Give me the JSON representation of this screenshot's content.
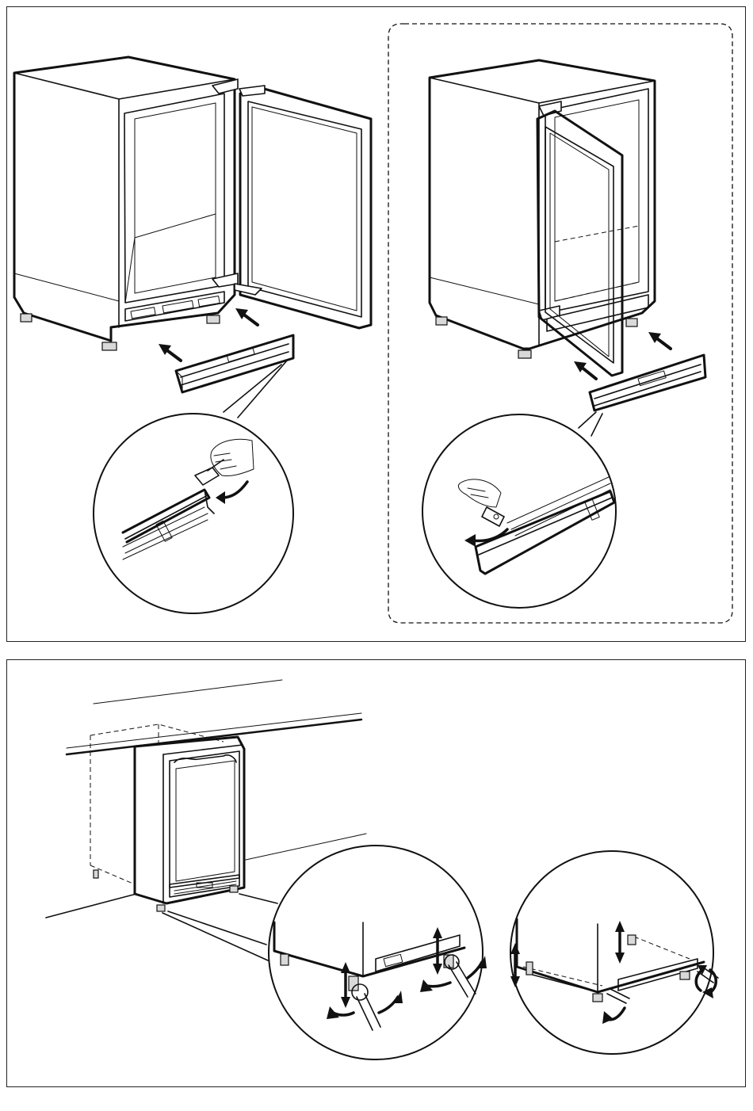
{
  "figure": {
    "panels": [
      {
        "id": "top",
        "steps": [
          "fit-grille-left-hinged",
          "fit-grille-right-hinged"
        ]
      },
      {
        "id": "bottom",
        "steps": [
          "position-under-counter",
          "adjust-front-feet",
          "adjust-rear-feet"
        ]
      }
    ],
    "line_color": "#111111",
    "background_color": "#ffffff",
    "icons": [
      "arrow-icon",
      "curved-arrow-icon",
      "up-down-arrow-icon",
      "rotate-arrow-icon",
      "hand-icon",
      "screwdriver-icon",
      "spanner-icon"
    ]
  }
}
